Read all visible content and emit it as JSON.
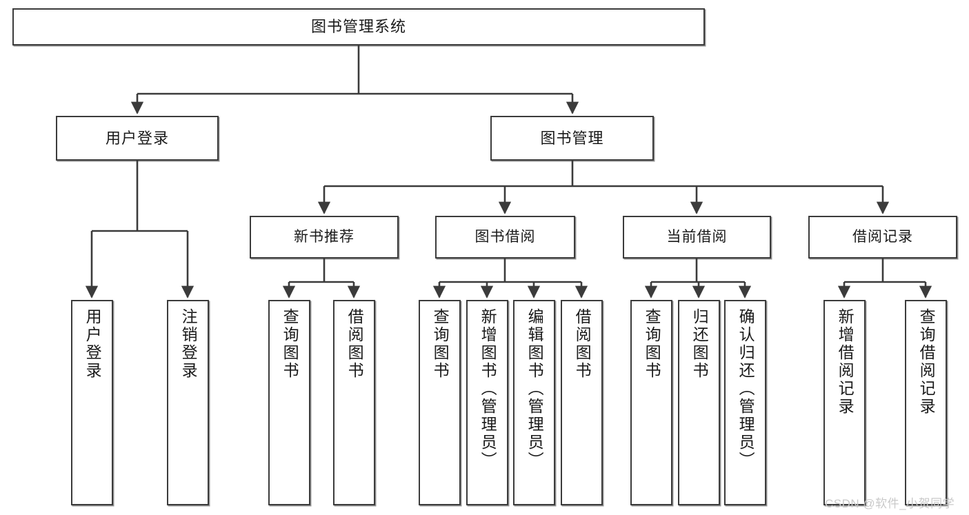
{
  "diagram": {
    "title": "图书管理系统",
    "watermark": "CSDN @软件_小贺同学",
    "line_color": "#3b3b3b",
    "box_fill": "#ffffff",
    "text_color": "#1a1a1a",
    "root": {
      "label": "图书管理系统"
    },
    "level1": [
      {
        "label": "用户登录"
      },
      {
        "label": "图书管理"
      }
    ],
    "level2": [
      {
        "label": "新书推荐"
      },
      {
        "label": "图书借阅"
      },
      {
        "label": "当前借阅"
      },
      {
        "label": "借阅记录"
      }
    ],
    "leaves": {
      "user_login": [
        {
          "label": "用户登录"
        },
        {
          "label": "注销登录"
        }
      ],
      "new_book_recommend": [
        {
          "label": "查询图书"
        },
        {
          "label": "借阅图书"
        }
      ],
      "book_borrow": [
        {
          "label": "查询图书"
        },
        {
          "label": "新增图书（管理员）"
        },
        {
          "label": "编辑图书（管理员）"
        },
        {
          "label": "借阅图书"
        }
      ],
      "current_borrow": [
        {
          "label": "查询图书"
        },
        {
          "label": "归还图书"
        },
        {
          "label": "确认归还（管理员）"
        }
      ],
      "borrow_record": [
        {
          "label": "新增借阅记录"
        },
        {
          "label": "查询借阅记录"
        }
      ]
    }
  }
}
